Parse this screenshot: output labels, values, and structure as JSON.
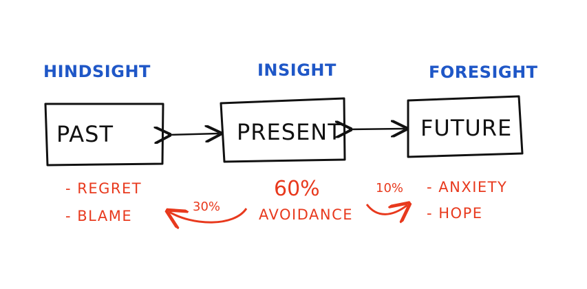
{
  "colors": {
    "ink": "#111111",
    "blue": "#1f57c7",
    "red": "#e8391d"
  },
  "headers": {
    "hindsight": "HINDSIGHT",
    "insight": "INSIGHT",
    "foresight": "FORESIGHT"
  },
  "boxes": {
    "past": "PAST",
    "present": "PRESENT",
    "future": "FUTURE"
  },
  "past_notes": [
    "- REGRET",
    "- BLAME"
  ],
  "future_notes": [
    "- ANXIETY",
    "- HOPE"
  ],
  "present_stats": {
    "percent": "60%",
    "label": "AVOIDANCE"
  },
  "flows": {
    "to_past_percent": "30%",
    "to_future_percent": "10%"
  }
}
